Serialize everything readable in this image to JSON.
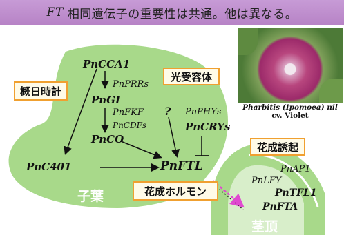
{
  "banner": {
    "italic": "FT",
    "text": "相同遺伝子の重要性は共通。他は異なる。"
  },
  "boxes": {
    "clock": "概日時計",
    "photoreceptor": "光受容体",
    "flowering": "花成誘起",
    "hormone": "花成ホルモン"
  },
  "genes": {
    "PnCCA1": "PnCCA1",
    "PnPRRs": "PnPRRs",
    "PnGI": "PnGI",
    "PnFKF": "PnFKF",
    "PnCDFs": "PnCDFs",
    "PnCO": "PnCO",
    "PnC401": "PnC401",
    "PnFTL": "PnFTL",
    "PnPHYs": "PnPHYs",
    "PnCRYs": "PnCRYs",
    "unknown": "?",
    "PnAP1": "PnAP1",
    "PnLFY": "PnLFY",
    "PnTFL1": "PnTFL1",
    "PnFTA": "PnFTA"
  },
  "regions": {
    "cotyledon": "子葉",
    "apex": "茎頂"
  },
  "caption": {
    "line1_italic": "Pharbitis (Ipomoea) nil",
    "line2": "cv. Violet"
  },
  "colors": {
    "leaf": "#a8d98a",
    "banner": "#bf8fcf",
    "box_border": "#f0a030",
    "flowering_arrow": "#e04ad0"
  }
}
